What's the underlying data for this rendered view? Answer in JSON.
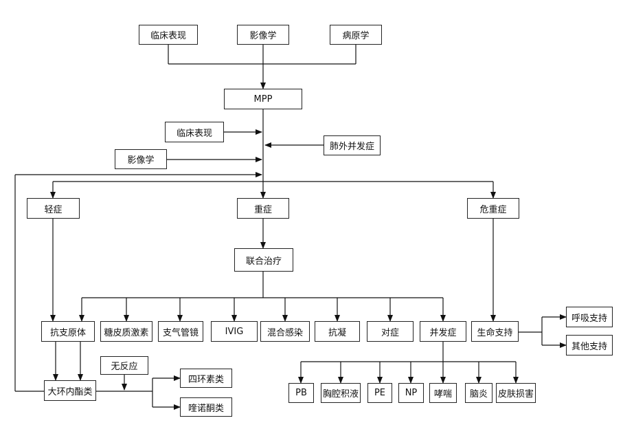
{
  "nodes": {
    "clinical_top": "临床表现",
    "imaging_top": "影像学",
    "pathology": "病原学",
    "mpp": "MPP",
    "clinical_mid": "临床表现",
    "imaging_mid": "影像学",
    "extrapulm": "肺外并发症",
    "mild": "轻症",
    "severe": "重症",
    "critical": "危重症",
    "combined": "联合治疗",
    "antipathogen": "抗支原体",
    "steroid": "糖皮质激素",
    "bronchoscope": "支气管镜",
    "ivig": "IVIG",
    "mixed": "混合感染",
    "anticoag": "抗凝",
    "symptomatic": "对症",
    "complication": "并发症",
    "life_support": "生命支持",
    "resp_support": "呼吸支持",
    "other_support": "其他支持",
    "macrolide": "大环内酯类",
    "no_response": "无反应",
    "tetracycline": "四环素类",
    "quinolone": "喹诺酮类",
    "pb": "PB",
    "effusion": "胸腔积液",
    "pe": "PE",
    "np": "NP",
    "wheeze": "哮喘",
    "encephalitis": "脑炎",
    "skin": "皮肤损害"
  }
}
